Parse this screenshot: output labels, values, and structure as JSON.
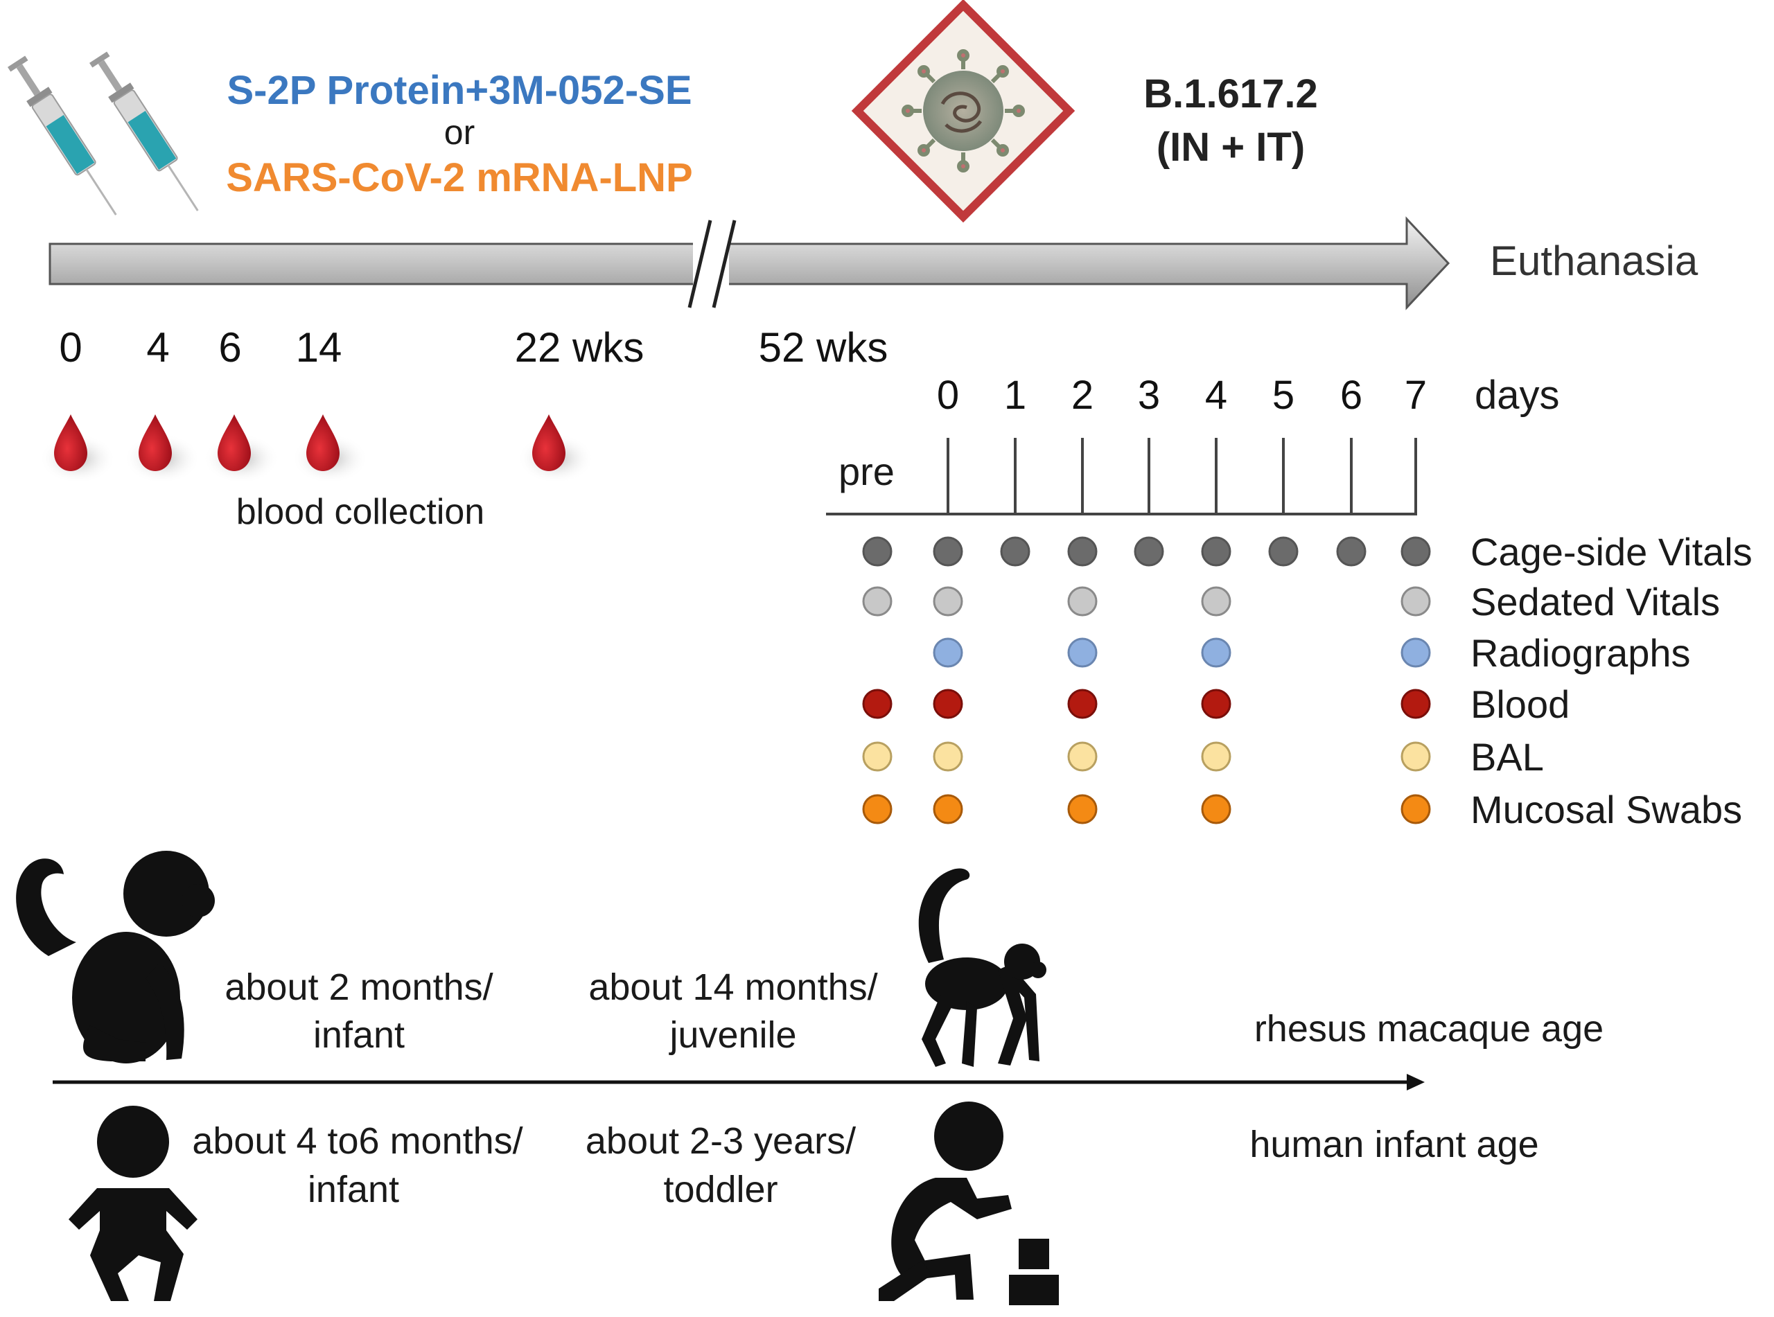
{
  "vaccines": {
    "option1": "S-2P Protein+3M-052-SE",
    "or": "or",
    "option2": "SARS-CoV-2 mRNA-LNP",
    "color1": "#3b78c0",
    "color2": "#f08a30"
  },
  "challenge": {
    "strain": "B.1.617.2",
    "route": "(IN + IT)",
    "icon": "virus-warning-icon"
  },
  "timeline": {
    "end_label": "Euthanasia",
    "weeks": [
      "0",
      "4",
      "6",
      "14",
      "22 wks",
      "52 wks"
    ],
    "blood_label": "blood collection"
  },
  "days": {
    "unit": "days",
    "pre": "pre",
    "labels": [
      "0",
      "1",
      "2",
      "3",
      "4",
      "5",
      "6",
      "7"
    ]
  },
  "assays": [
    {
      "name": "Cage-side Vitals",
      "color": "#6b6b6b",
      "stroke": "#555555",
      "pre": true,
      "days": [
        0,
        1,
        2,
        3,
        4,
        5,
        6,
        7
      ]
    },
    {
      "name": "Sedated Vitals",
      "color": "#c8c8c8",
      "stroke": "#8a8a8a",
      "pre": true,
      "days": [
        0,
        2,
        4,
        7
      ]
    },
    {
      "name": "Radiographs",
      "color": "#8fb0e0",
      "stroke": "#6a86b0",
      "pre": false,
      "days": [
        0,
        2,
        4,
        7
      ]
    },
    {
      "name": "Blood",
      "color": "#b31a10",
      "stroke": "#7a0f0a",
      "pre": true,
      "days": [
        0,
        2,
        4,
        7
      ]
    },
    {
      "name": "BAL",
      "color": "#fbe2a0",
      "stroke": "#b8a060",
      "pre": true,
      "days": [
        0,
        2,
        4,
        7
      ]
    },
    {
      "name": "Mucosal Swabs",
      "color": "#f48a14",
      "stroke": "#a85a0a",
      "pre": true,
      "days": [
        0,
        2,
        4,
        7
      ]
    }
  ],
  "age": {
    "macaque_label": "rhesus macaque age",
    "human_label": "human infant age",
    "macaque_infant_line1": "about 2 months/",
    "macaque_infant_line2": "infant",
    "macaque_juvenile_line1": "about 14 months/",
    "macaque_juvenile_line2": "juvenile",
    "human_infant_line1": "about 4 to6 months/",
    "human_infant_line2": "infant",
    "human_toddler_line1": "about 2-3 years/",
    "human_toddler_line2": "toddler"
  }
}
